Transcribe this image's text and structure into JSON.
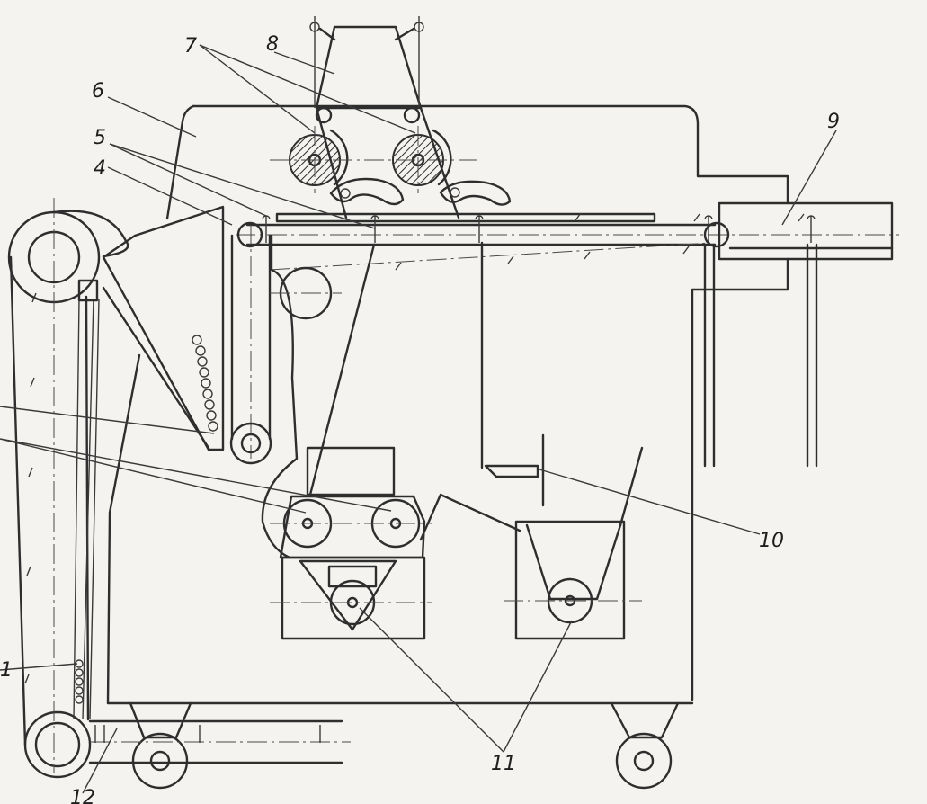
{
  "labels": {
    "l4": "4",
    "l5": "5",
    "l6": "6",
    "l7": "7",
    "l8": "8",
    "l9": "9",
    "l10": "10",
    "l11": "11",
    "l12": "12",
    "l1": "1"
  },
  "colors": {
    "ink": "#2e2e2e",
    "paper": "#f4f3ef"
  }
}
